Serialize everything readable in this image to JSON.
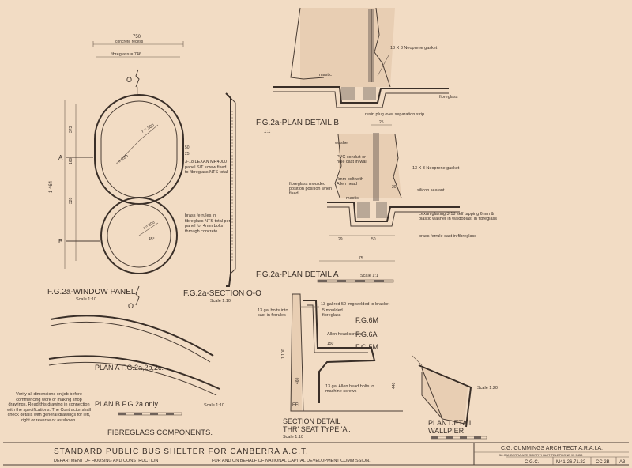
{
  "titles": {
    "window_panel": "F.G.2a-WINDOW PANEL",
    "window_panel_scale": "Scale 1:10",
    "section_oo": "F.G.2a-SECTION O-O",
    "section_oo_scale": "Scale 1:10",
    "plan_detail_b": "F.G.2a-PLAN DETAIL B",
    "plan_detail_b_scale": "1:1",
    "plan_detail_a": "F.G.2a-PLAN DETAIL A",
    "plan_detail_a_scale": "Scale 1:1",
    "plan_a": "PLAN A  F.G.2a,2b,2c.",
    "plan_b": "PLAN B  F.G.2a only.",
    "plan_b_scale": "Scale 1:10",
    "fibreglass_components": "FIBREGLASS COMPONENTS.",
    "section_detail_l1": "SECTION DETAIL",
    "section_detail_l2": "THR' SEAT TYPE 'A'.",
    "section_detail_scale": "Scale 1:10",
    "plan_detail_l1": "PLAN  DETAIL",
    "plan_detail_l2": "WALLPIER",
    "plan_detail_scale": "Scale 1:20"
  },
  "labels": {
    "o_top": "O",
    "o_bottom": "O",
    "a_marker": "A",
    "b_marker": "B",
    "dim_750": "750",
    "concrete_recess": "concrete recess",
    "fibreglass_746": "fibreglass = 746",
    "dim_1464": "1 464",
    "dim_373": "373",
    "dim_160": "160",
    "dim_320": "320",
    "dim_50": "50",
    "dim_25": "25",
    "dim_r300": "r = 300",
    "dim_r285": "r = 285",
    "dim_r300b": "r = 300",
    "dim_45": "45°",
    "lexan_note": "3-18 LEXAN MR4000 panel S/T screw fixed to fibreglass NTS total",
    "brass_note": "brass ferrules in fibreglass NTS total per panel for 4mm bolts through concrete",
    "neoprene_gasket_b": "13 X 3 Neoprene gasket",
    "mastic_b": "mastic",
    "fibreglass_b": "fibreglass",
    "resin_plug": "resin plug over separation strip",
    "dim_25a": "25",
    "washer": "washer",
    "pvc_conduit": "PVC conduit or hole cast in wall",
    "allen_bolt": "4mm bolt with Allen head",
    "fibreglass_moulded": "fibreglass moulded position position when fixed",
    "mastic_a": "mastic",
    "neoprene_gasket_a": "13 X 3 Neoprene gasket",
    "silicon_sealant": "silicon sealant",
    "dim_20": "20",
    "lexan_glazing": "Lexan glazing 3-18 self tapping 6mm & plastic washer in waldoblast in fibreglass",
    "brass_ferrule": "brass ferrule cast in fibreglass",
    "dim_29": "29",
    "dim_50a": "50",
    "dim_75": "75",
    "gal_rod": "13 gal rod 50 lmg welded to bracket",
    "gal_bolts": "13 gal bolts into cast in ferrules",
    "moulded_fibreglass": "5 moulded fibreglass",
    "fg6m": "F.G.6M",
    "fg6a": "F.G.6A",
    "fg5m": "F.G.5M",
    "allen_head_screw": "Allen head screws",
    "allen_bolts_machine": "13 gal Allen head bolts to machine screws",
    "dim_1100": "1 100",
    "dim_460": "460",
    "dim_150": "150",
    "dim_440": "440",
    "ffl": "FFL",
    "verify_note": "Verify all dimensions on job before commencing work or making shop drawings. Read this drawing in connection with the specifications. The Contractor shall check details with general drawings for left, right or reverse or as shown."
  },
  "title_block": {
    "main_title": "STANDARD  PUBLIC  BUS  SHELTER  FOR  CANBERRA  A.C.T.",
    "department": "DEPARTMENT OF HOUSING AND CONSTRUCTION",
    "on_behalf": "FOR AND ON BEHALF OF NATIONAL CAPITAL DEVELOPMENT COMMISSION.",
    "architect": "C.G. CUMMINGS  ARCHITECT A.R.A.I.A.",
    "address": "58 CANBERRA AVE GRIFFITH ACT  TELEPHONE 95 5458",
    "ref_1": "C.G.C.",
    "ref_2": "M41-26.71.22",
    "ref_3": "CC 2B",
    "sheet": "A3"
  },
  "colors": {
    "paper": "#f2dcc4",
    "ink": "#3a2f28"
  }
}
